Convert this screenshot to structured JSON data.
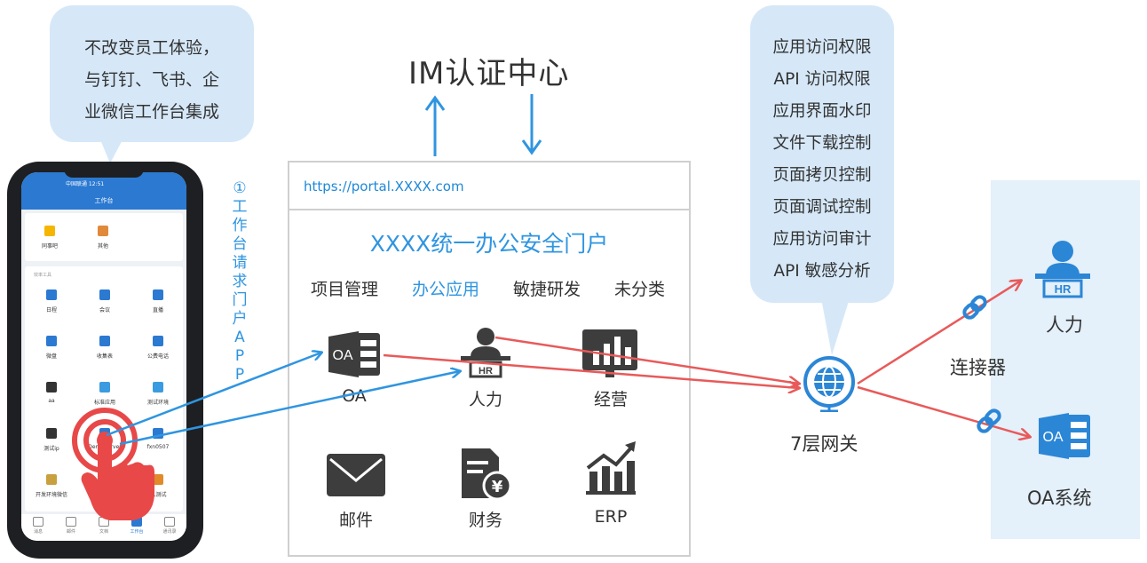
{
  "bubble_left": {
    "lines": [
      "不改变员工体验，",
      "与钉钉、飞书、企",
      "业微信工作台集成"
    ]
  },
  "bubble_right": {
    "lines": [
      "应用访问权限",
      "API 访问权限",
      "应用界面水印",
      "文件下载控制",
      "页面拷贝控制",
      "页面调试控制",
      "应用访问审计",
      "API 敏感分析"
    ]
  },
  "im_title": "IM认证中心",
  "portal": {
    "url": "https://portal.XXXX.com",
    "title": "XXXX统一办公安全门户",
    "tabs": [
      "项目管理",
      "办公应用",
      "敏捷研发",
      "未分类"
    ],
    "active_tab": "办公应用",
    "apps": [
      {
        "label": "OA",
        "icon": "oa-icon"
      },
      {
        "label": "人力",
        "icon": "hr-icon"
      },
      {
        "label": "经营",
        "icon": "bar-chart-icon"
      },
      {
        "label": "邮件",
        "icon": "mail-icon"
      },
      {
        "label": "财务",
        "icon": "finance-icon"
      },
      {
        "label": "ERP",
        "icon": "erp-icon"
      }
    ]
  },
  "phone": {
    "status": "中国联通 12:51",
    "title": "工作台",
    "top_items": [
      "同事吧",
      "其他"
    ],
    "section_label": "效率工具",
    "grid_items": [
      "日程",
      "会议",
      "直播",
      "微盘",
      "收集表",
      "公费电话",
      "aa",
      "标准应用",
      "测试环境",
      "测试ip",
      "DemoServer",
      "fxn0507",
      "开发环境微信",
      "",
      "YL测试"
    ],
    "nav_items": [
      "消息",
      "邮件",
      "文档",
      "工作台",
      "通讯录"
    ]
  },
  "flow_label": "①工作台请求门户APP",
  "gateway_label": "7层网关",
  "connector_label": "连接器",
  "targets": [
    {
      "label": "人力",
      "icon": "hr-icon"
    },
    {
      "label": "OA系统",
      "icon": "oa-icon"
    }
  ],
  "colors": {
    "blue_arrow": "#2f95e0",
    "red_arrow": "#e85a5a",
    "bubble": "#d6e8f8",
    "icon_dark": "#3d3d3d",
    "icon_blue": "#2b86d6"
  }
}
